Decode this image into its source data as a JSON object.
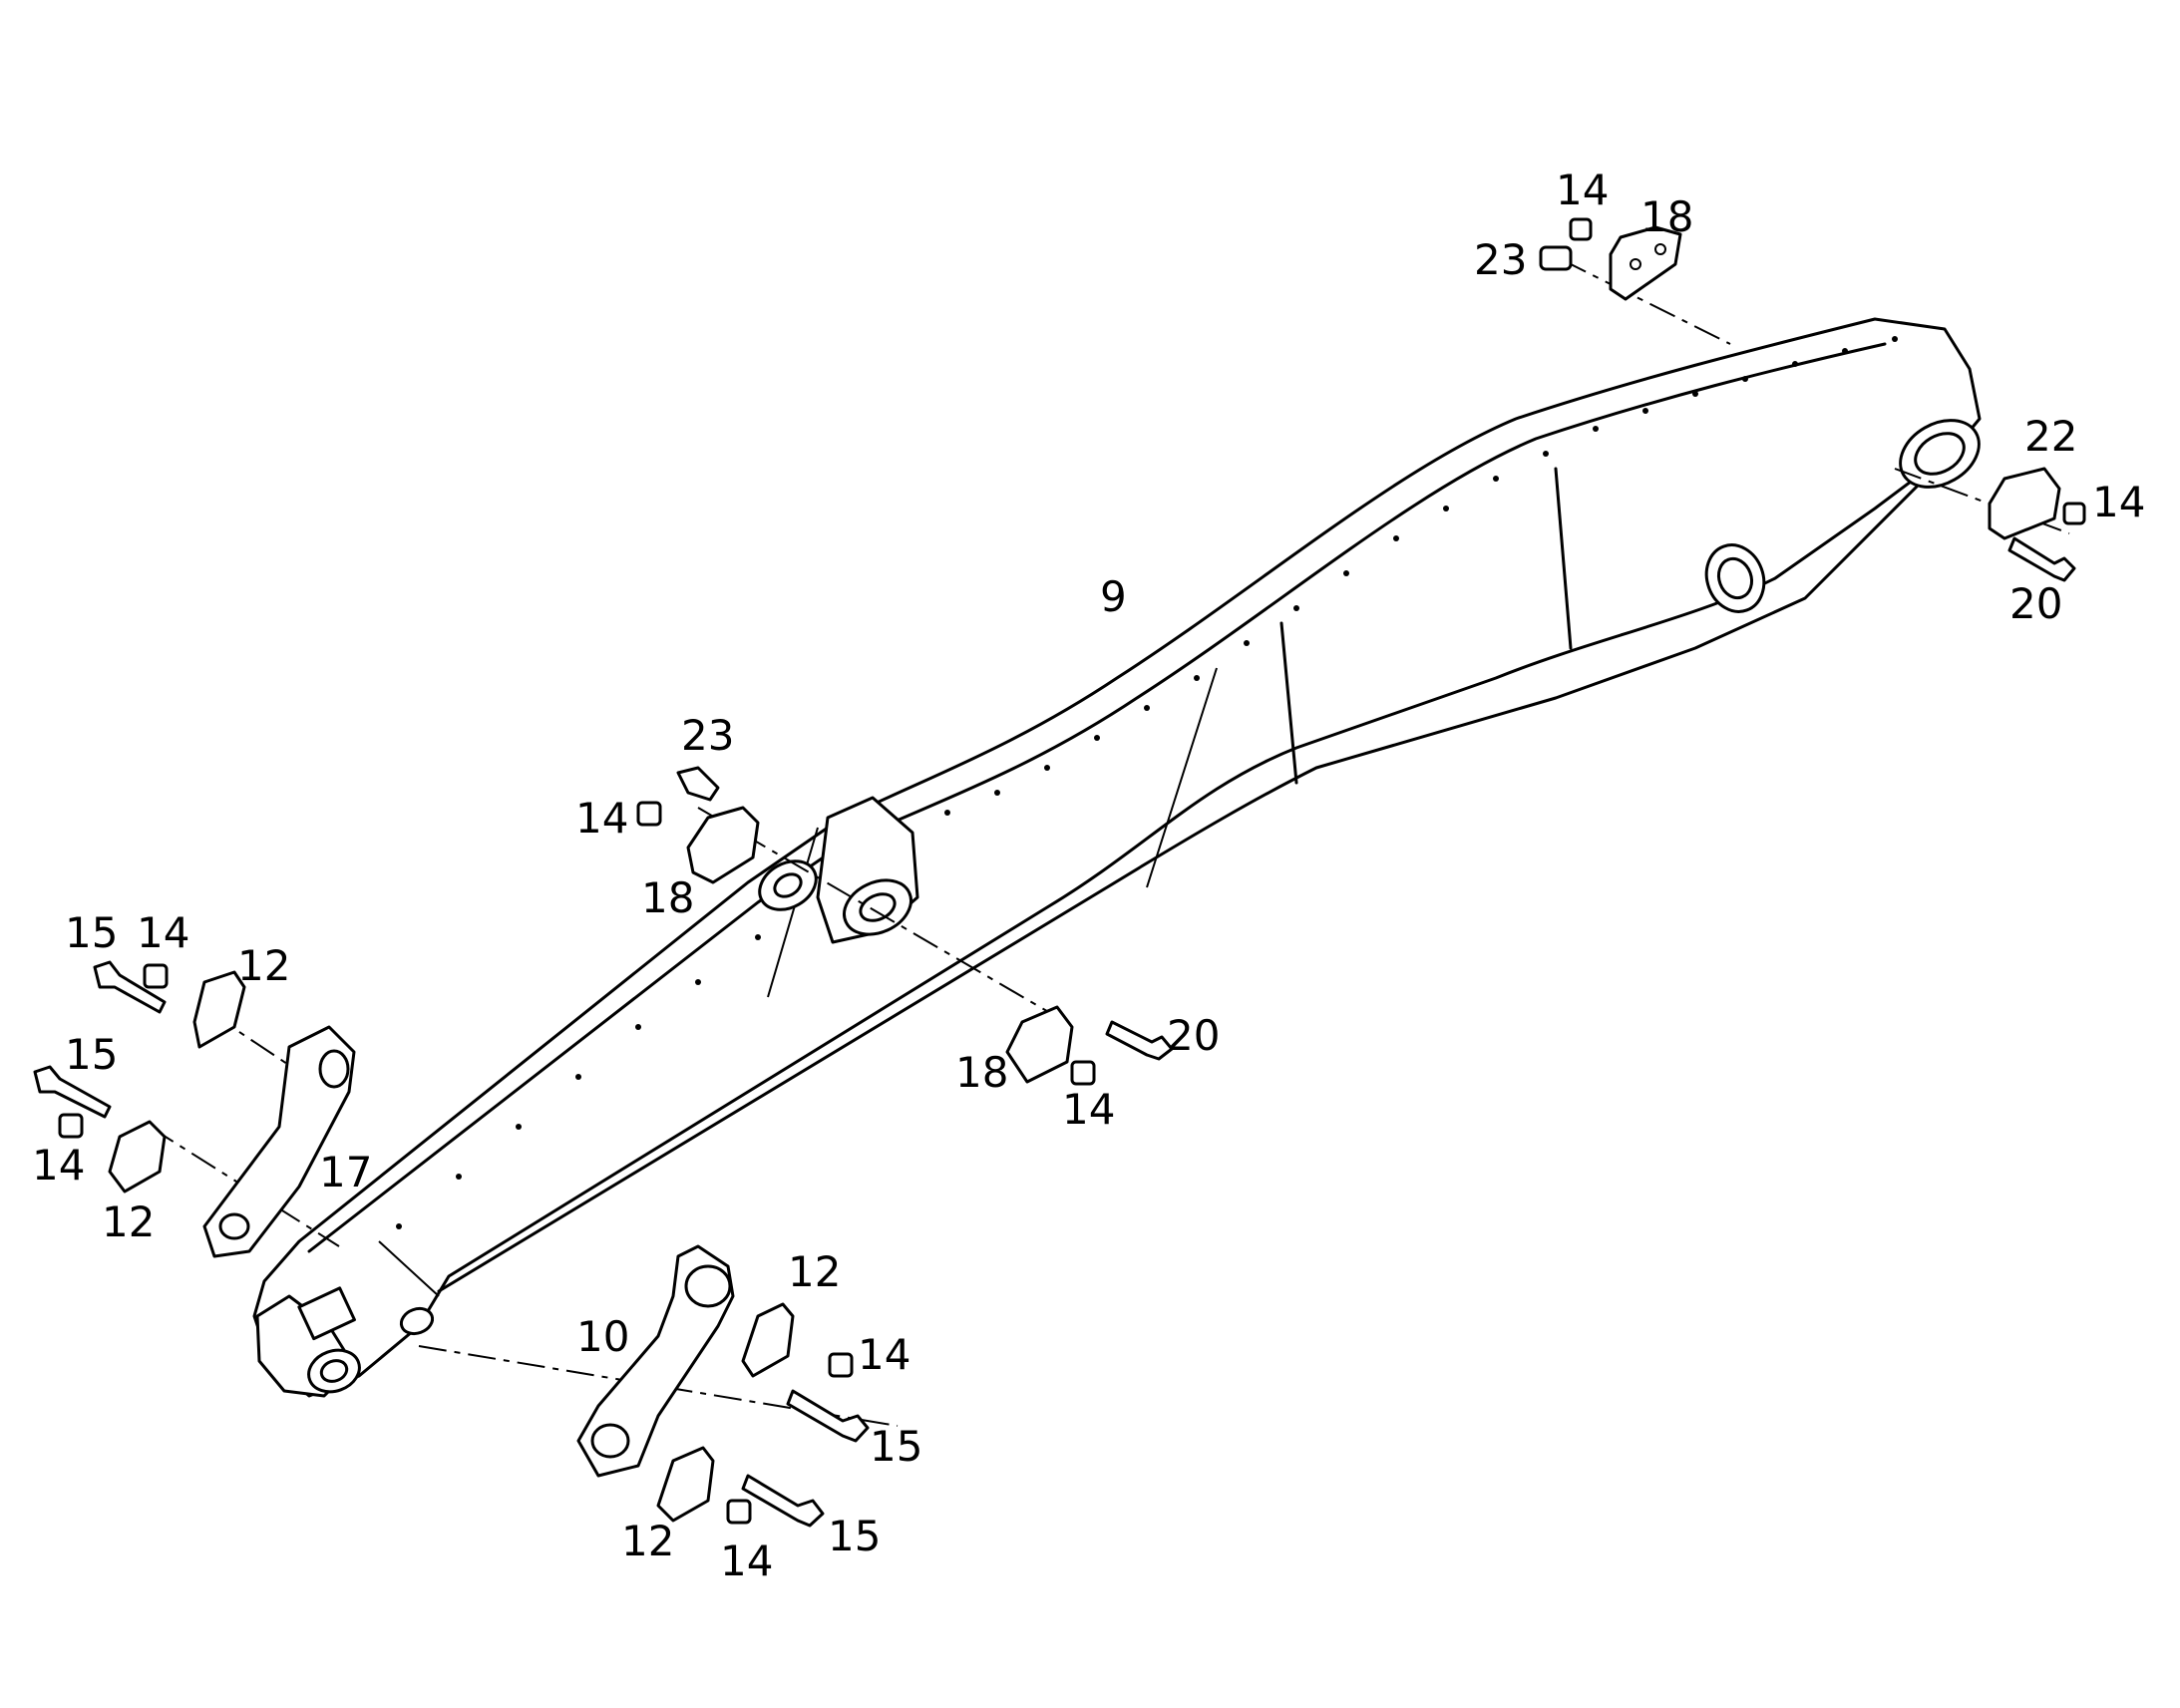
{
  "callouts": {
    "c14a": "14",
    "c18a": "18",
    "c23a": "23",
    "c22": "22",
    "c14b": "14",
    "c20a": "20",
    "c9": "9",
    "c23b": "23",
    "c14c": "14",
    "c18b": "18",
    "c15a": "15",
    "c14d": "14",
    "c12a": "12",
    "c15b": "15",
    "c14e": "14",
    "c12b": "12",
    "c17": "17",
    "c20b": "20",
    "c18c": "18",
    "c14f": "14",
    "c12c": "12",
    "c10": "10",
    "c14g": "14",
    "c15c": "15",
    "c12d": "12",
    "c14h": "14",
    "c15d": "15"
  }
}
